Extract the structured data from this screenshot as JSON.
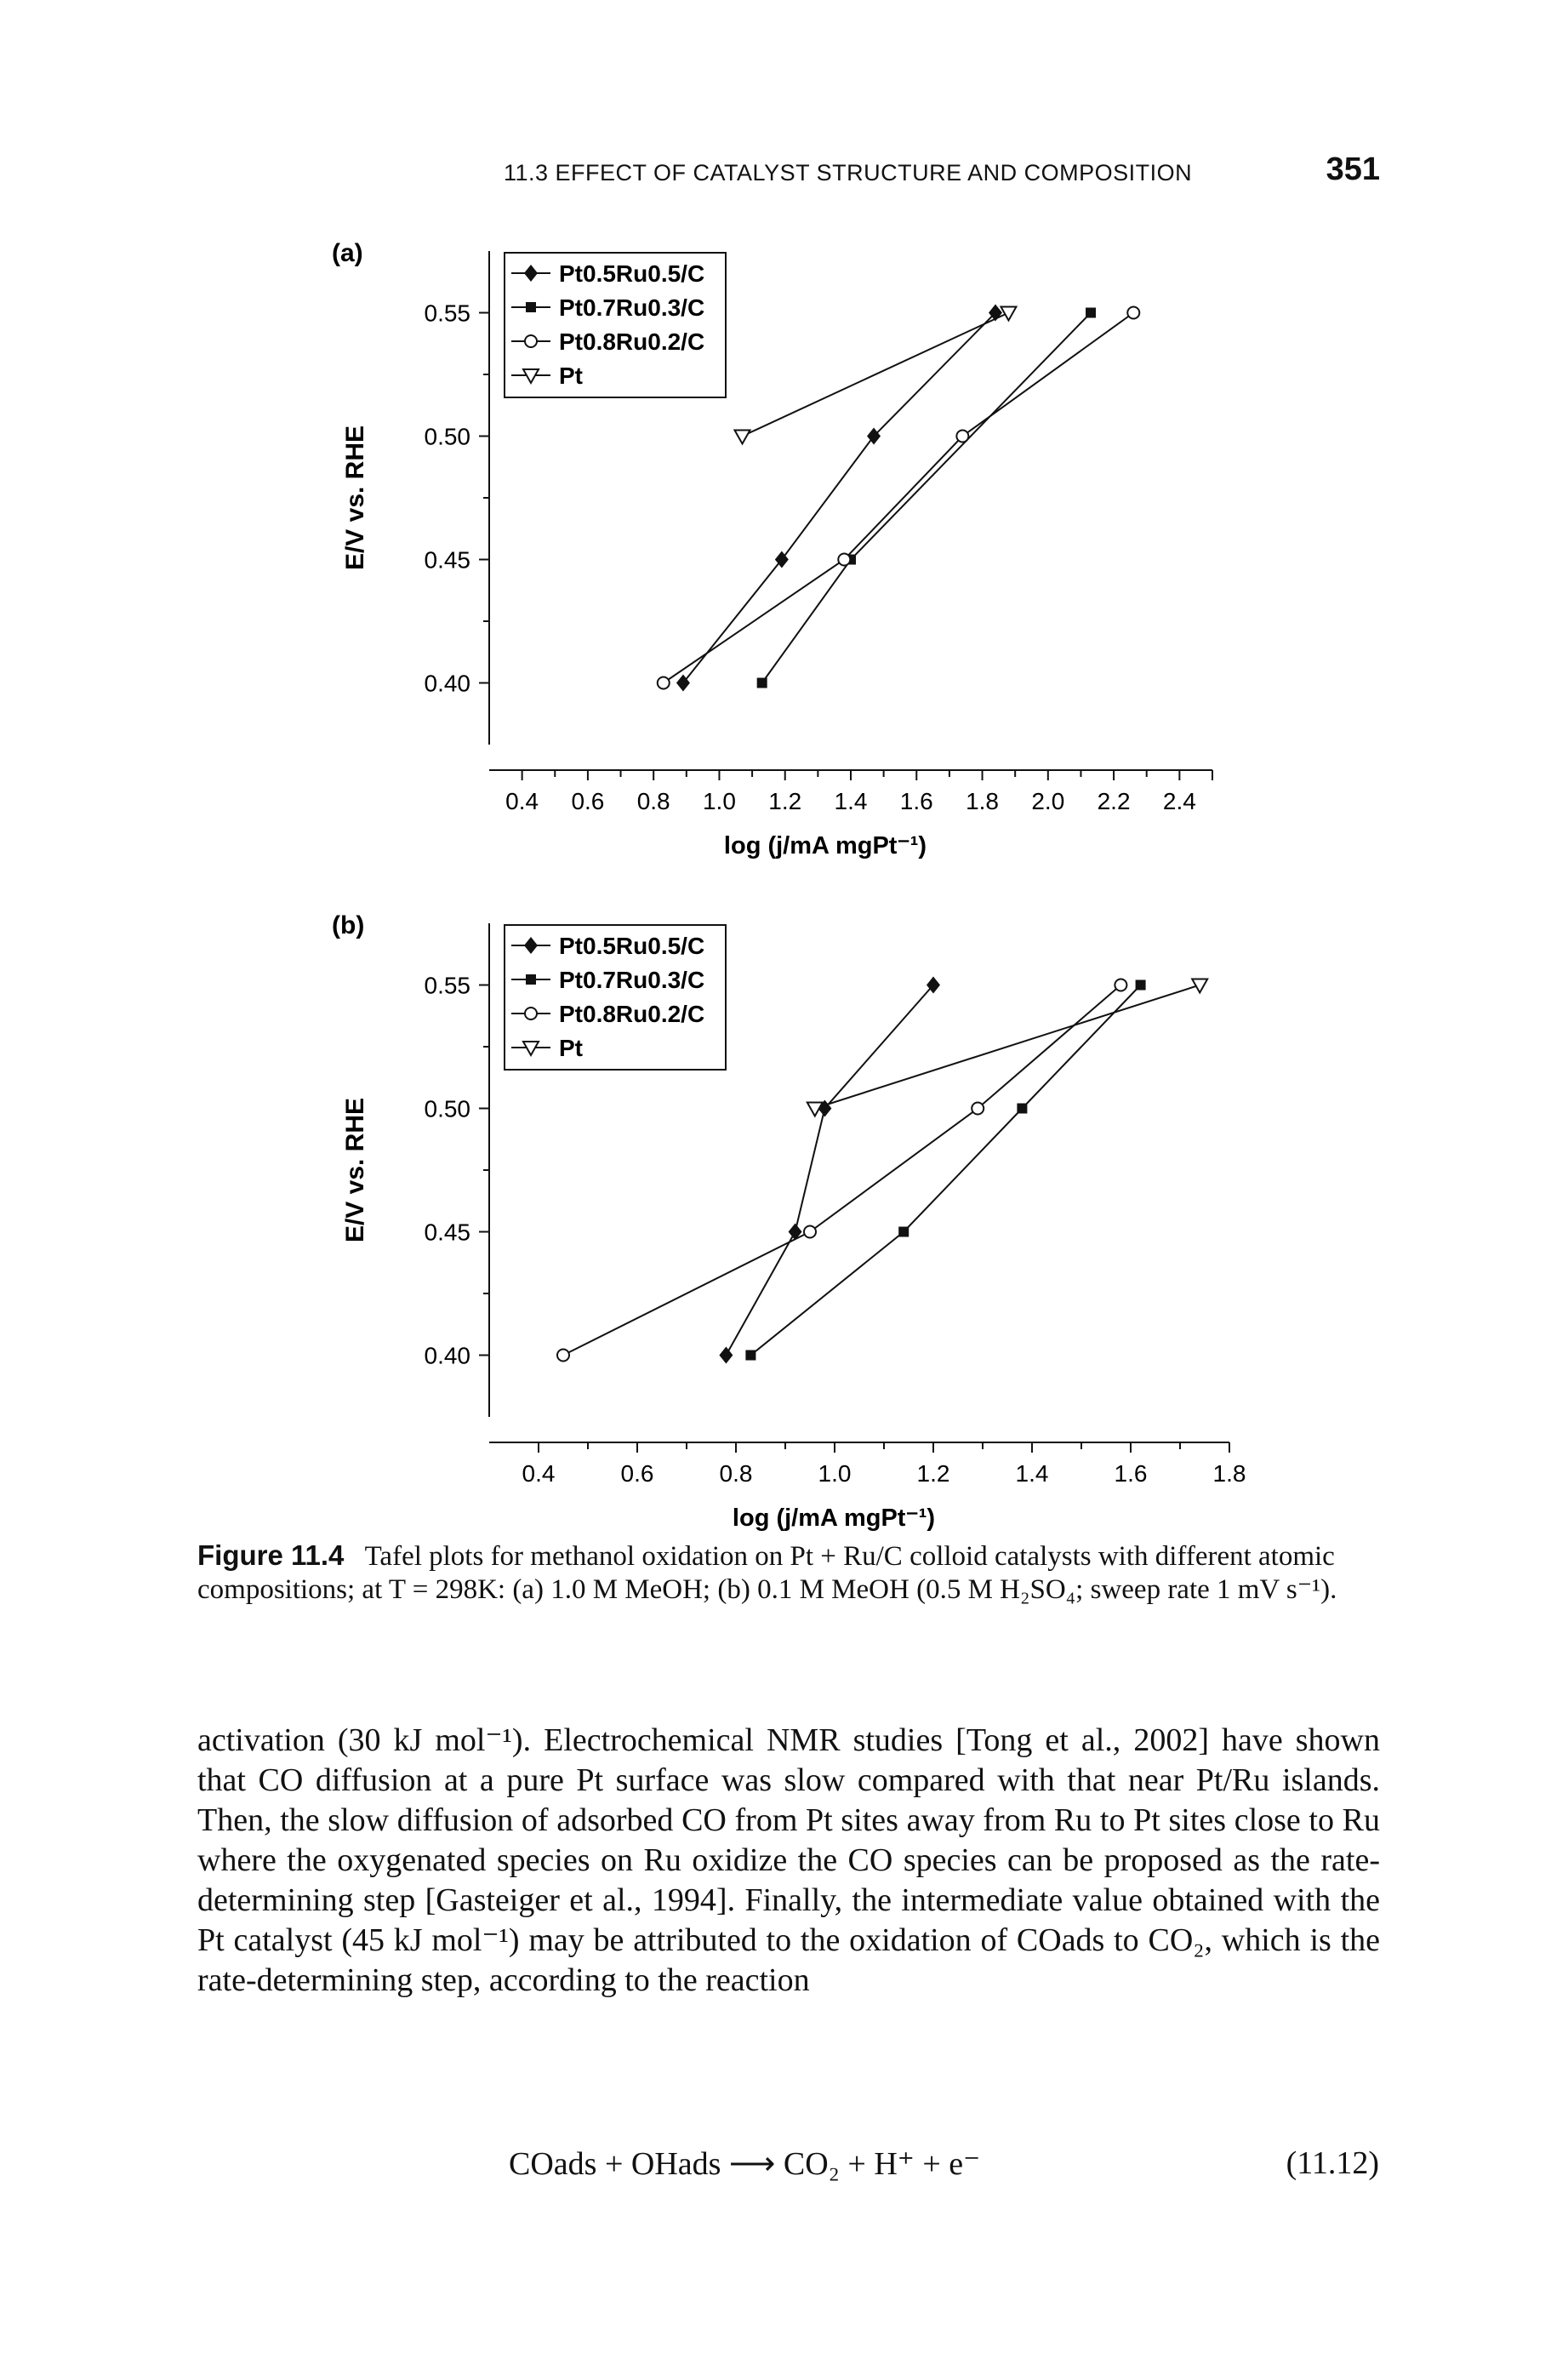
{
  "header": {
    "section": "11.3 EFFECT OF CATALYST STRUCTURE AND COMPOSITION",
    "page_number": "351"
  },
  "chart_data": [
    {
      "type": "line",
      "panel_label": "(a)",
      "xlabel": "log (j/mA mgPt⁻¹)",
      "ylabel": "E/V vs. RHE",
      "xlim": [
        0.3,
        2.5
      ],
      "ylim": [
        0.375,
        0.575
      ],
      "xticks": [
        0.4,
        0.6,
        0.8,
        1.0,
        1.2,
        1.4,
        1.6,
        1.8,
        2.0,
        2.2,
        2.4
      ],
      "xtick_labels": [
        "0.4",
        "0.6",
        "0.8",
        "1.0",
        "1.2",
        "1.4",
        "1.6",
        "1.8",
        "2.0",
        "2.2",
        "2.4"
      ],
      "yticks": [
        0.4,
        0.45,
        0.5,
        0.55
      ],
      "ytick_labels": [
        "0.40",
        "0.45",
        "0.50",
        "0.55"
      ],
      "legend_position": "top-left",
      "series": [
        {
          "name": "Pt0.5Ru0.5/C",
          "marker": "diamond-filled",
          "x": [
            0.89,
            1.19,
            1.47,
            1.84
          ],
          "y": [
            0.4,
            0.45,
            0.5,
            0.55
          ]
        },
        {
          "name": "Pt0.7Ru0.3/C",
          "marker": "square-filled",
          "x": [
            1.13,
            1.4,
            2.13
          ],
          "y": [
            0.4,
            0.45,
            0.55
          ]
        },
        {
          "name": "Pt0.8Ru0.2/C",
          "marker": "circle-open",
          "x": [
            0.83,
            1.38,
            1.74,
            2.26
          ],
          "y": [
            0.4,
            0.45,
            0.5,
            0.55
          ]
        },
        {
          "name": "Pt",
          "marker": "triangle-down-open",
          "x": [
            1.07,
            1.88
          ],
          "y": [
            0.5,
            0.55
          ]
        }
      ]
    },
    {
      "type": "line",
      "panel_label": "(b)",
      "xlabel": "log (j/mA mgPt⁻¹)",
      "ylabel": "E/V vs. RHE",
      "xlim": [
        0.3,
        1.8
      ],
      "ylim": [
        0.375,
        0.575
      ],
      "xticks": [
        0.4,
        0.6,
        0.8,
        1.0,
        1.2,
        1.4,
        1.6,
        1.8
      ],
      "xtick_labels": [
        "0.4",
        "0.6",
        "0.8",
        "1.0",
        "1.2",
        "1.4",
        "1.6",
        "1.8"
      ],
      "yticks": [
        0.4,
        0.45,
        0.5,
        0.55
      ],
      "ytick_labels": [
        "0.40",
        "0.45",
        "0.50",
        "0.55"
      ],
      "legend_position": "top-left",
      "series": [
        {
          "name": "Pt0.5Ru0.5/C",
          "marker": "diamond-filled",
          "x": [
            0.78,
            0.92,
            0.98,
            1.2
          ],
          "y": [
            0.4,
            0.45,
            0.5,
            0.55
          ]
        },
        {
          "name": "Pt0.7Ru0.3/C",
          "marker": "square-filled",
          "x": [
            0.83,
            1.14,
            1.38,
            1.62
          ],
          "y": [
            0.4,
            0.45,
            0.5,
            0.55
          ]
        },
        {
          "name": "Pt0.8Ru0.2/C",
          "marker": "circle-open",
          "x": [
            0.45,
            0.95,
            1.29,
            1.58
          ],
          "y": [
            0.4,
            0.45,
            0.5,
            0.55
          ]
        },
        {
          "name": "Pt",
          "marker": "triangle-down-open",
          "x": [
            0.96,
            1.74
          ],
          "y": [
            0.5,
            0.55
          ]
        }
      ]
    }
  ],
  "caption": {
    "label": "Figure 11.4",
    "text": "Tafel plots for methanol oxidation on Pt + Ru/C colloid catalysts with different atomic compositions; at T = 298K: (a) 1.0 M MeOH; (b) 0.1 M MeOH (0.5 M H₂SO₄; sweep rate 1 mV s⁻¹)."
  },
  "paragraph": "activation (30 kJ mol⁻¹). Electrochemical NMR studies [Tong et al., 2002] have shown that CO diffusion at a pure Pt surface was slow compared with that near Pt/Ru islands. Then, the slow diffusion of adsorbed CO from Pt sites away from Ru to Pt sites close to Ru where the oxygenated species on Ru oxidize the CO species can be proposed as the rate-determining step [Gasteiger et al., 1994]. Finally, the intermediate value obtained with the Pt catalyst (45 kJ mol⁻¹) may be attributed to the oxidation of COads to CO₂, which is the rate-determining step, according to the reaction",
  "equation": {
    "text": "COads + OHads ⟶ CO₂ + H⁺ + e⁻",
    "number": "(11.12)"
  }
}
